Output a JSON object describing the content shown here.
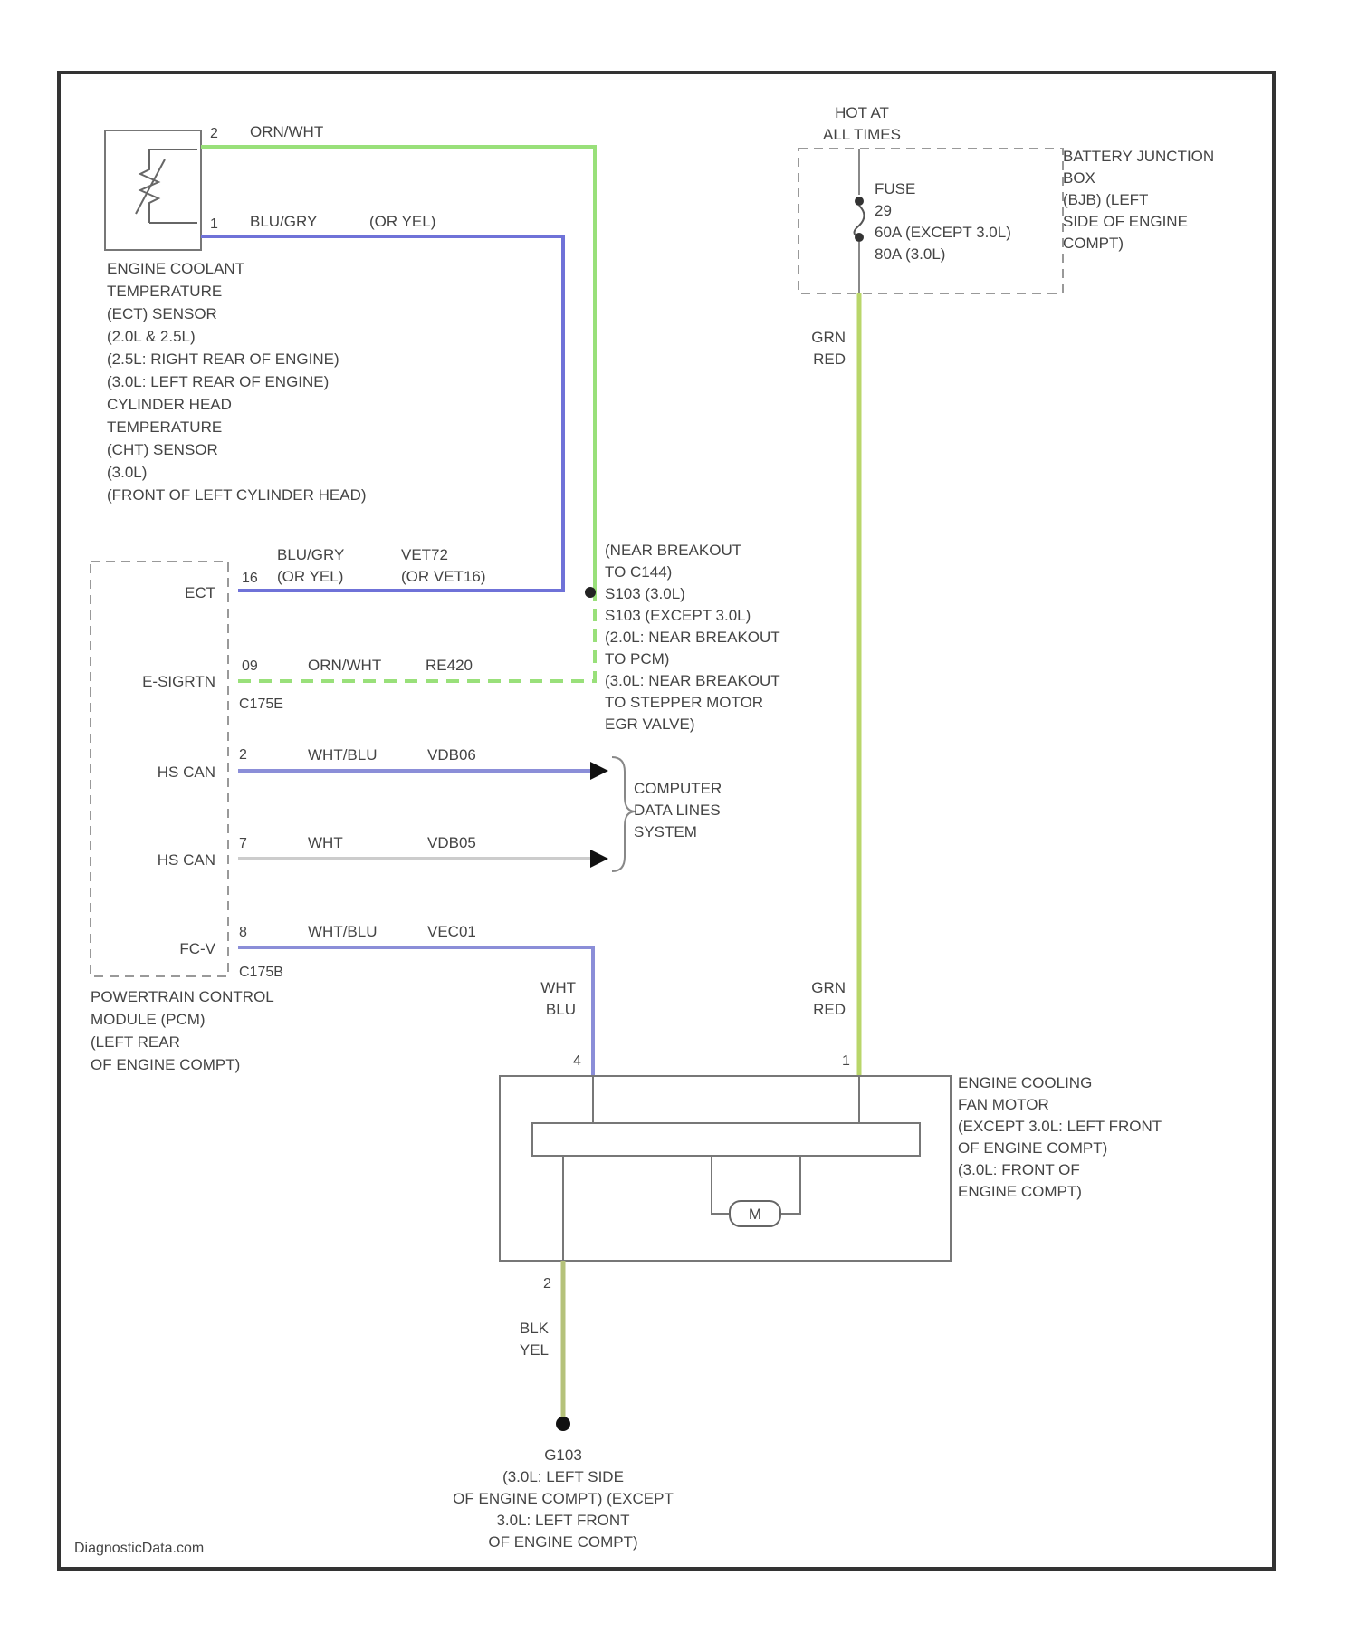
{
  "colors": {
    "orn_wht": "#99e07a",
    "blu_gry": "#6f72d8",
    "wht_blu": "#8b8ed8",
    "wht": "#cccccc",
    "grn_red": "#b9d66a",
    "blk_yel": "#b5c27a",
    "frame": "#333333"
  },
  "ect": {
    "pin_top": "2",
    "pin_bottom": "1",
    "label": [
      "ENGINE COOLANT",
      "TEMPERATURE",
      "(ECT) SENSOR",
      "(2.0L & 2.5L)",
      "(2.5L: RIGHT REAR OF ENGINE)",
      "(3.0L: LEFT REAR OF ENGINE)",
      "CYLINDER HEAD",
      "TEMPERATURE",
      "(CHT) SENSOR",
      "(3.0L)",
      "(FRONT OF LEFT CYLINDER HEAD)"
    ]
  },
  "wires": {
    "ect_top": "ORN/WHT",
    "ect_bottom_a": "BLU/GRY",
    "ect_bottom_b": "(OR YEL)",
    "pcm_ect_a1": "BLU/GRY",
    "pcm_ect_a2": "(OR YEL)",
    "pcm_ect_b1": "VET72",
    "pcm_ect_b2": "(OR VET16)",
    "pcm_sigrtn_a": "ORN/WHT",
    "pcm_sigrtn_b": "RE420",
    "hscan_p_a": "WHT/BLU",
    "hscan_p_b": "VDB06",
    "hscan_m_a": "WHT",
    "hscan_m_b": "VDB05",
    "fc_a": "WHT/BLU",
    "fc_b": "VEC01",
    "fan_left": [
      "WHT",
      "BLU"
    ],
    "fan_right": [
      "GRN",
      "RED"
    ],
    "fuse_out": [
      "GRN",
      "RED"
    ],
    "ground": [
      "BLK",
      "YEL"
    ]
  },
  "splice": [
    "(NEAR BREAKOUT",
    "TO C144)",
    "S103   (3.0L)",
    "S103   (EXCEPT 3.0L)",
    "(2.0L: NEAR BREAKOUT",
    "TO PCM)",
    "(3.0L: NEAR BREAKOUT",
    "TO STEPPER MOTOR",
    "EGR VALVE)"
  ],
  "pcm": {
    "pins": [
      "ECT",
      "E-SIGRTN",
      "HS CAN",
      "HS CAN",
      "FC-V"
    ],
    "pin_nums": [
      "16",
      "09",
      "2",
      "7",
      "8"
    ],
    "connector": "C175E",
    "connector2": "C175B",
    "label": [
      "POWERTRAIN CONTROL",
      "MODULE (PCM)",
      "(LEFT REAR",
      "OF ENGINE COMPT)"
    ]
  },
  "data_lines": [
    "COMPUTER",
    "DATA LINES",
    "SYSTEM"
  ],
  "hot": [
    "HOT AT",
    "ALL TIMES"
  ],
  "fuse": [
    "FUSE",
    "29",
    "60A (EXCEPT 3.0L)",
    "80A (3.0L)"
  ],
  "bjb": [
    "BATTERY JUNCTION",
    "BOX",
    "(BJB) (LEFT",
    "SIDE OF ENGINE",
    "COMPT)"
  ],
  "fan": {
    "pin_left": "4",
    "pin_right": "1",
    "pin_bottom": "2",
    "motor": "M",
    "label": [
      "ENGINE COOLING",
      "FAN MOTOR",
      "(EXCEPT 3.0L: LEFT FRONT",
      "OF ENGINE COMPT)",
      "(3.0L: FRONT OF",
      "ENGINE COMPT)"
    ]
  },
  "ground": [
    "G103",
    "(3.0L: LEFT SIDE",
    "OF ENGINE COMPT) (EXCEPT",
    "3.0L: LEFT FRONT",
    "OF ENGINE COMPT)"
  ],
  "watermark": "DiagnosticData.com"
}
